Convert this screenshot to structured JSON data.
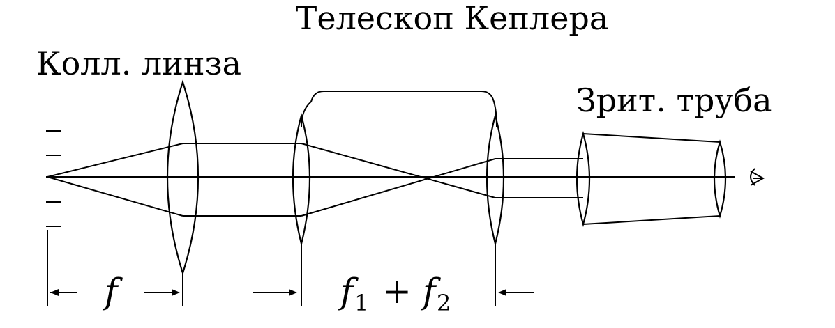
{
  "title": "Телескоп Кеплера",
  "labels": {
    "collimator_lens": "Колл. линза",
    "viewing_tube": "Зрит. труба"
  },
  "dimensions": {
    "focal_length": "f",
    "sum_f1": "f",
    "sum_f1_sub": "1",
    "sum_plus": "+",
    "sum_f2": "f",
    "sum_f2_sub": "2"
  },
  "colors": {
    "ink": "#000000",
    "background": "#ffffff"
  }
}
